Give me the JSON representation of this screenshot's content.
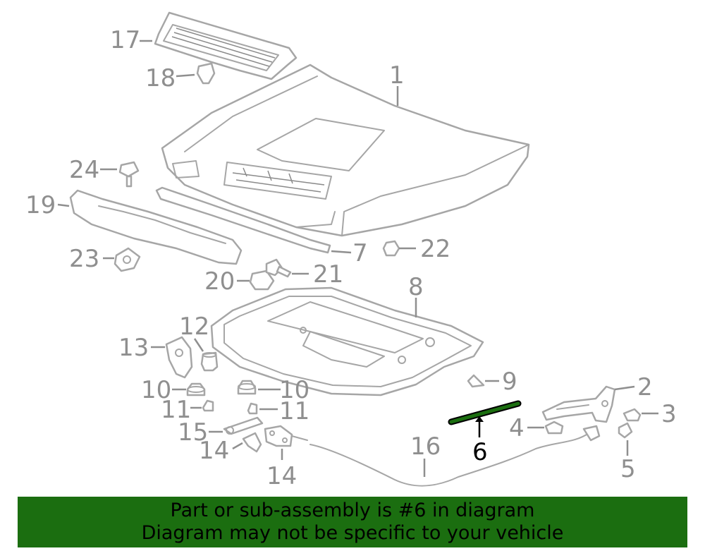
{
  "highlight": {
    "color": "#1b6e10",
    "part": "6"
  },
  "labels": {
    "l1": "1",
    "l2": "2",
    "l3": "3",
    "l4": "4",
    "l5": "5",
    "l6": "6",
    "l7": "7",
    "l8": "8",
    "l9": "9",
    "l10a": "10",
    "l10b": "10",
    "l11a": "11",
    "l11b": "11",
    "l12": "12",
    "l13": "13",
    "l14a": "14",
    "l14b": "14",
    "l15": "15",
    "l16": "16",
    "l17": "17",
    "l18": "18",
    "l19": "19",
    "l20": "20",
    "l21": "21",
    "l22": "22",
    "l23": "23",
    "l24": "24"
  },
  "banner": {
    "line1": "Part or sub-assembly is #6 in diagram",
    "line2": "Diagram may not be specific to your vehicle"
  }
}
